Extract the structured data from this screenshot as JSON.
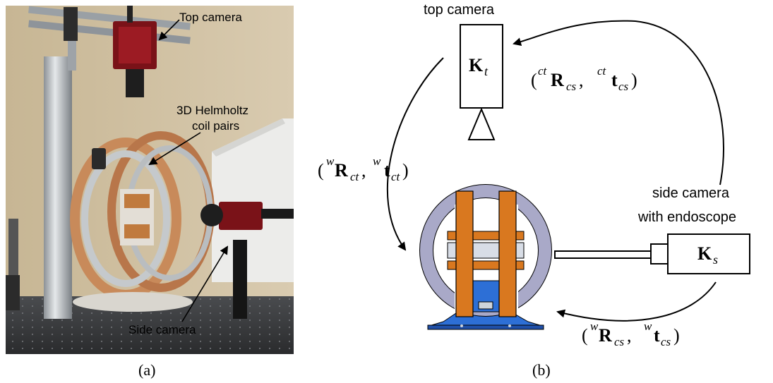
{
  "panel_a": {
    "caption": "(a)",
    "labels": {
      "top_camera": "Top camera",
      "coils_line1": "3D Helmholtz",
      "coils_line2": "coil pairs",
      "side_camera": "Side camera"
    }
  },
  "panel_b": {
    "caption": "(b)",
    "top_camera_label": "top camera",
    "side_camera_line1": "side camera",
    "side_camera_line2": "with endoscope",
    "Kt": {
      "base": "K",
      "sub": "t"
    },
    "Ks": {
      "base": "K",
      "sub": "s"
    },
    "transform_top_right": {
      "sup1": "ct",
      "R": "R",
      "sub1": "cs",
      "sup2": "ct",
      "t": "t",
      "sub2": "cs"
    },
    "transform_left": {
      "sup1": "w",
      "R": "R",
      "sub1": "ct",
      "sup2": "w",
      "t": "t",
      "sub2": "ct"
    },
    "transform_bottom": {
      "sup1": "w",
      "R": "R",
      "sub1": "cs",
      "sup2": "w",
      "t": "t",
      "sub2": "cs"
    },
    "colors": {
      "ring": "#a9a9c8",
      "coil": "#d9781f",
      "base": "#2d6fd6"
    }
  }
}
